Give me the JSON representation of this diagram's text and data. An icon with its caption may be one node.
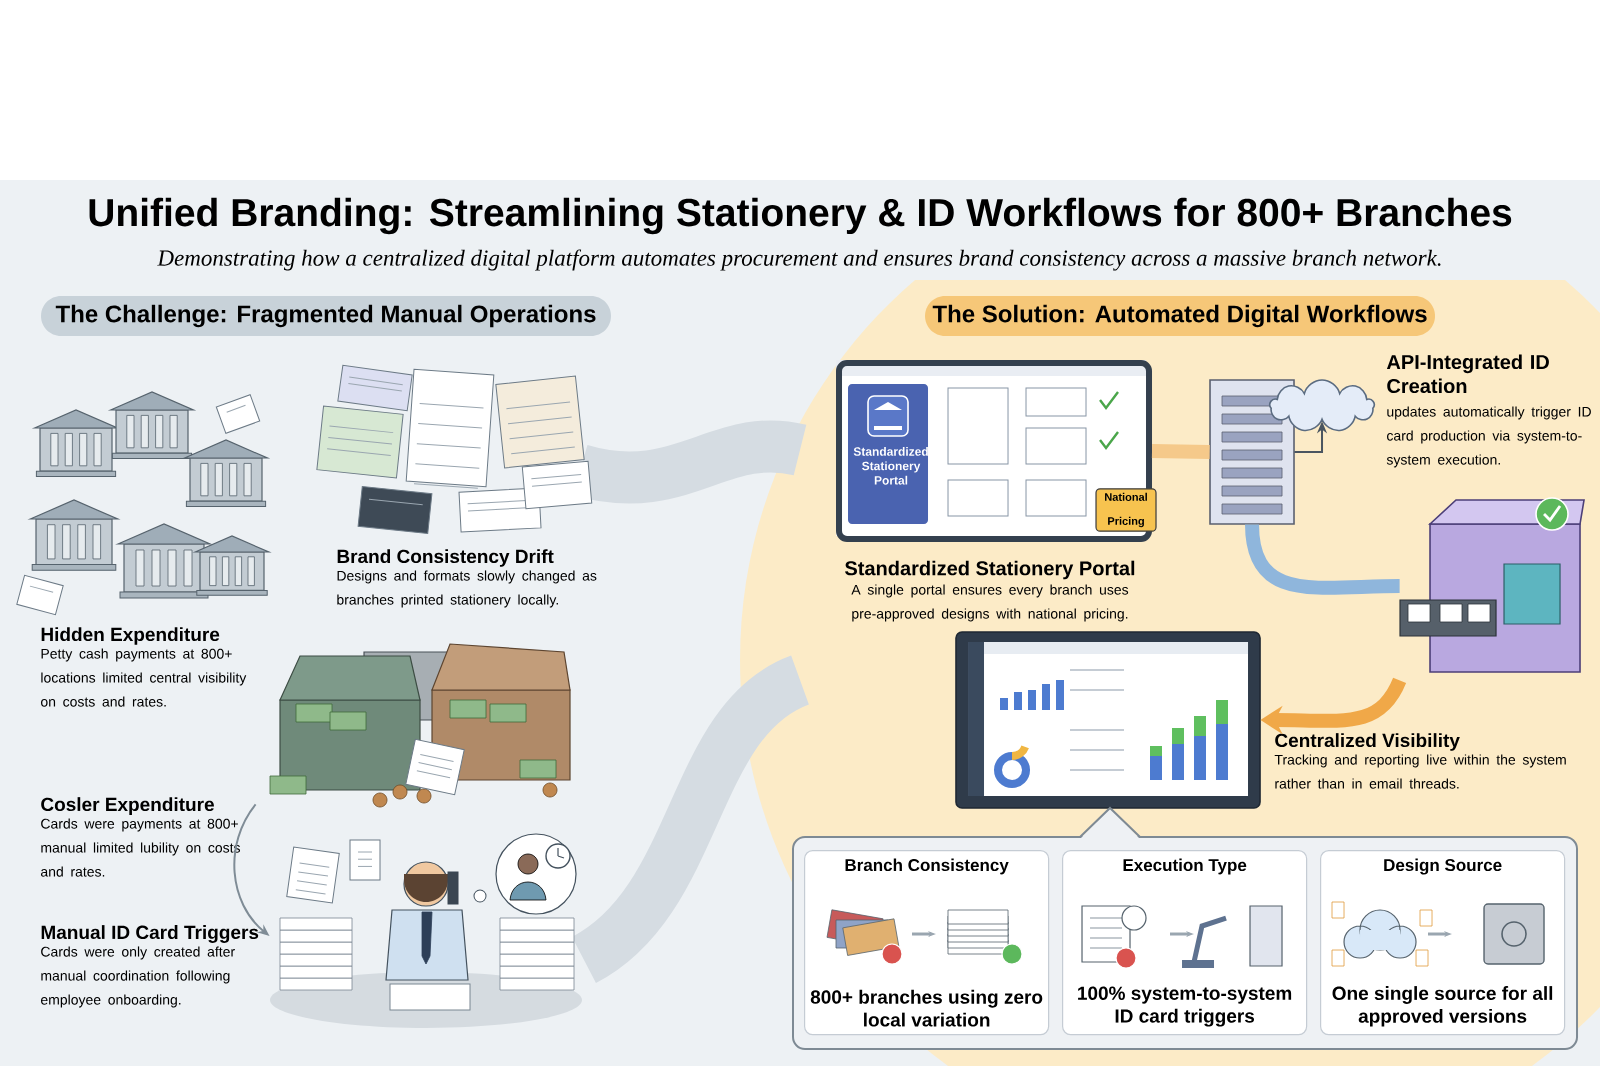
{
  "diagram": {
    "title": "Unified Branding: Streamlining Stationery & ID Workflows for 800+ Branches",
    "nodes": [
      {
        "text": [
          "The Challenge: Fragmented Manual Operations"
        ]
      },
      {
        "text": [
          "The Solution: Automated Digital Workflows"
        ]
      },
      {
        "text": [],
        "shape": "picture"
      },
      {
        "text": [],
        "shape": "picture",
        "beside": [
          "Brand Consistency Drift",
          "Designs and formats slowly changed as branches printed stationery locally."
        ]
      },
      {
        "text": [],
        "shape": "picture",
        "beside": [
          "Hidden Expenditure",
          "Petty cash payments at 800+ locations limited central visibility on costs and rates.",
          "Cosler Expenditure",
          "Cards were payments at 800+ manual limited lubility on costs and rates."
        ]
      },
      {
        "text": [],
        "shape": "picture",
        "beside": [
          "Manual ID Card Triggers",
          "Cards were only created after manual coordination following employee onboarding."
        ]
      },
      {
        "text": [
          "Standardized Stationery Portal"
        ],
        "beside": [
          "Standardized Stationery Portal",
          "A single portal ensures every branch uses pre-approved designs with national pricing."
        ]
      },
      {
        "text": [
          "National Pricing"
        ]
      },
      {
        "text": [],
        "shape": "picture",
        "beside": [
          "API-Integrated ID Creation",
          "updates automatically trigger ID card production via system-to-system execution."
        ]
      },
      {
        "text": [],
        "shape": "cloud"
      },
      {
        "text": [],
        "shape": "picture"
      },
      {
        "text": [],
        "shape": "picture",
        "beside": [
          "Centralized Visibility",
          "Tracking and reporting live within the system rather than in email threads."
        ]
      },
      {
        "text": [],
        "shape": "box"
      },
      {
        "text": [
          "Branch Consistency",
          "800+ branches using zero local variation"
        ],
        "in": 12
      },
      {
        "text": [
          "Execution Type",
          "100% system-to-system ID card triggers"
        ],
        "in": 12
      },
      {
        "text": [
          "Design Source",
          "One single source for all approved versions"
        ],
        "in": 12
      }
    ],
    "edges": [
      {
        "from": 4,
        "to": 5,
        "arrow": "to",
        "color": "#7f8c96"
      },
      {
        "from": 6,
        "to": 8,
        "arrow": "none",
        "color": "#f5c98a"
      },
      {
        "from": 8,
        "to": 10,
        "arrow": "none",
        "color": "#8fb6dc"
      },
      {
        "from": 8,
        "to": 9,
        "arrow": "to",
        "color": "#4a5560"
      },
      {
        "from": 10,
        "to": 11,
        "arrow": "to",
        "color": "#f0a848"
      }
    ],
    "labels": [
      "Demonstrating how a centralized digital platform automates procurement and ensures brand consistency across a massive branch network."
    ]
  }
}
